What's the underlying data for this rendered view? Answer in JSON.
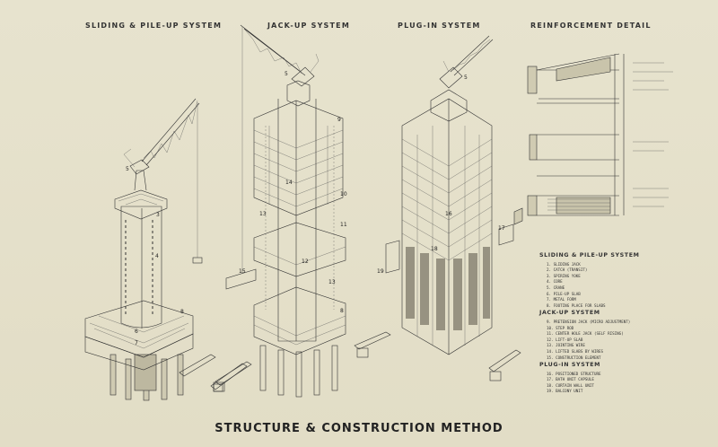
{
  "headings": {
    "sliding": "SLIDING & PILE-UP SYSTEM",
    "jackup": "JACK-UP SYSTEM",
    "plugin": "PLUG-IN SYSTEM",
    "reinforcement": "REINFORCEMENT DETAIL"
  },
  "main_title": "STRUCTURE & CONSTRUCTION METHOD",
  "legend": {
    "sliding": {
      "title": "SLIDING & PILE-UP SYSTEM",
      "items": [
        "1. SLIDING JACK",
        "2. CATCH (TRANSIT)",
        "3. SPIRING YOKE",
        "4. CORE",
        "5. CRANE",
        "6. PILE-UP SLAB",
        "7. METAL FORM",
        "8. FOOTING PLACE FOR SLABS"
      ]
    },
    "jackup": {
      "title": "JACK-UP SYSTEM",
      "items": [
        "9. PRETENSION JACK (MICRO ADJUSTMENT)",
        "10. STEP ROD",
        "11. CENTER HOLE JACK (SELF RISING)",
        "12. LIFT-UP SLAB",
        "13. JOINTING WIRE",
        "14. LIFTED SLABS BY WIRES",
        "15. CONSTRUCTION ELEMENT"
      ]
    },
    "plugin": {
      "title": "PLUG-IN SYSTEM",
      "items": [
        "16. POSITIONED STRUCTURE",
        "17. BATH UNIT CAPSULE",
        "18. CURTAIN WALL UNIT",
        "19. BALCONY UNIT"
      ]
    }
  },
  "callouts": {
    "t1": [
      "5",
      "3",
      "4",
      "8",
      "6",
      "7"
    ],
    "t2": [
      "5",
      "9",
      "14",
      "10",
      "13",
      "11",
      "12",
      "13",
      "8",
      "15"
    ],
    "t3": [
      "5",
      "16",
      "17",
      "18",
      "19"
    ]
  }
}
